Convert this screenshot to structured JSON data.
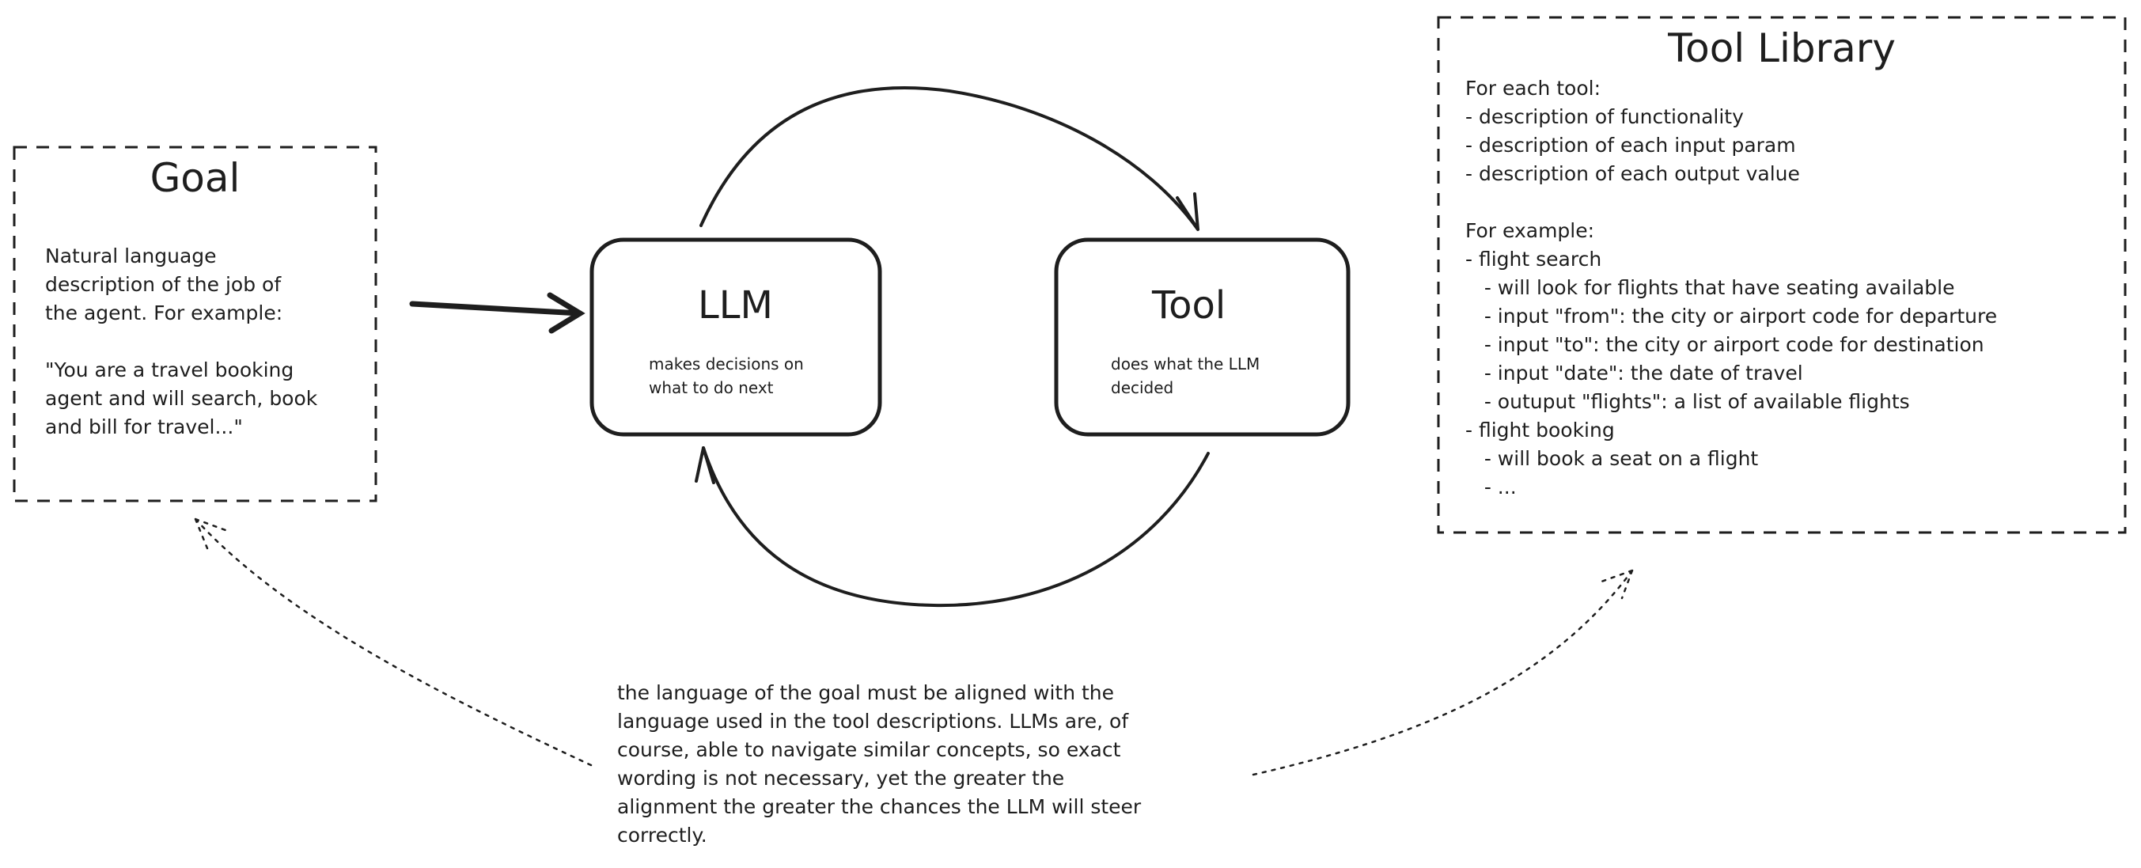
{
  "goal": {
    "title": "Goal",
    "lines": [
      "Natural language",
      "description of the job of",
      "the agent. For example:",
      "",
      "\"You are a travel booking",
      "agent and will search, book",
      "and bill for travel...\""
    ]
  },
  "llm": {
    "title": "LLM",
    "lines": [
      "makes decisions on",
      "what to do next"
    ]
  },
  "tool": {
    "title": "Tool",
    "lines": [
      "does what the LLM",
      "decided"
    ]
  },
  "tool_library": {
    "title": "Tool Library",
    "lines": [
      "For each tool:",
      "- description of functionality",
      "- description of each input param",
      "- description of each output value",
      "",
      "For example:",
      "- flight search",
      "   - will look for flights that have seating available",
      "   - input \"from\": the city or airport code for departure",
      "   - input \"to\": the city or airport code for destination",
      "   - input \"date\": the date of travel",
      "   - outuput \"flights\": a list of available flights",
      "- flight booking",
      "   - will book a seat on a flight",
      "   - ..."
    ]
  },
  "note": {
    "lines": [
      "the language of the goal must be aligned with the",
      "language used in the tool descriptions. LLMs are, of",
      "course, able to navigate similar concepts, so exact",
      "wording is not necessary, yet the greater the",
      "alignment the greater the chances the LLM will steer",
      "correctly."
    ]
  },
  "colors": {
    "stroke": "#1e1e1e",
    "background": "#ffffff"
  }
}
